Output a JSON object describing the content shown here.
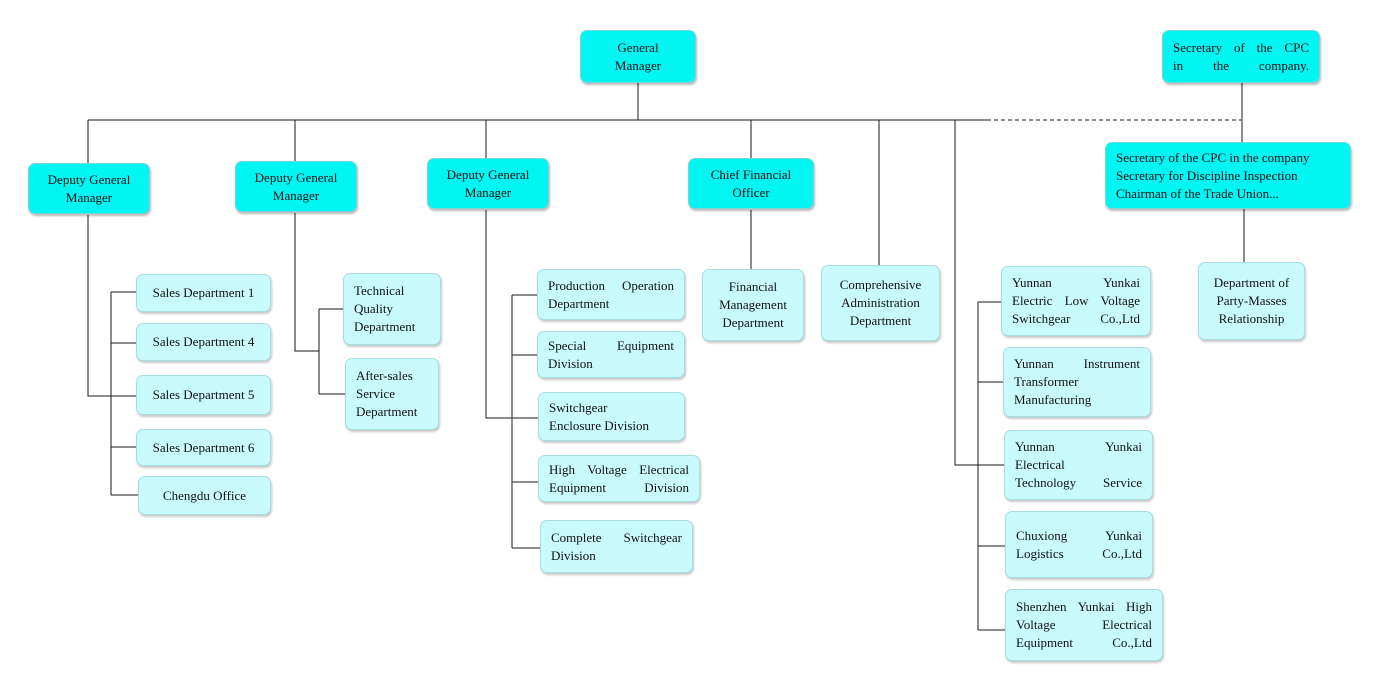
{
  "nodes": {
    "general_manager": "General\nManager",
    "cpc_secretary": "Secretary of the CPC\nin the company.",
    "deputy_gm_1": "Deputy General\nManager",
    "deputy_gm_2": "Deputy General\nManager",
    "deputy_gm_3": "Deputy General\nManager",
    "cfo": "Chief Financial\nOfficer",
    "cpc_discipline_union": "Secretary of the CPC in the company\nSecretary for Discipline Inspection\nChairman of the Trade Union...",
    "sales_1": "Sales Department 1",
    "sales_4": "Sales Department 4",
    "sales_5": "Sales Department 5",
    "sales_6": "Sales Department 6",
    "chengdu_office": "Chengdu Office",
    "technical_quality": "Technical\nQuality\nDepartment",
    "after_sales": "After-sales\nService\nDepartment",
    "production_operation": "Production Operation\nDepartment",
    "special_equipment": "Special Equipment\nDivision",
    "switchgear_enclosure": "Switchgear\nEnclosure Division",
    "high_voltage_equipment": "High Voltage Electrical\nEquipment Division",
    "complete_switchgear": "Complete Switchgear\nDivision",
    "financial_management": "Financial\nManagement\nDepartment",
    "comprehensive_admin": "Comprehensive\nAdministration\nDepartment",
    "yunkai_low_voltage": "Yunnan Yunkai\nElectric Low Voltage\nSwitchgear Co.,Ltd",
    "instrument_transformer": "Yunnan Instrument\nTransformer\nManufacturing",
    "yunkai_technology": "Yunnan Yunkai\nElectrical\nTechnology Service",
    "chuxiong_logistics": "Chuxiong Yunkai\nLogistics Co.,Ltd",
    "shenzhen_high_voltage": "Shenzhen Yunkai High\nVoltage Electrical\nEquipment Co.,Ltd",
    "party_masses": "Department of\nParty-Masses\nRelationship"
  },
  "colors": {
    "level1_fill": "#00f5f3",
    "level2_fill": "#c9fbfd",
    "connector": "#1a1a1a"
  }
}
